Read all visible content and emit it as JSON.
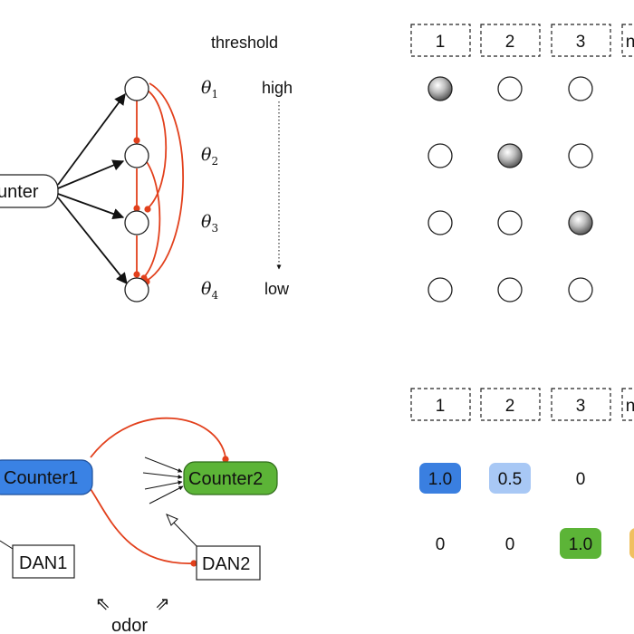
{
  "top_panel": {
    "counter_label": "unter",
    "threshold_title": "threshold",
    "theta_symbol": "θ",
    "thetas": [
      "1",
      "2",
      "3",
      "4"
    ],
    "high_label": "high",
    "low_label": "low",
    "column_headers": [
      "1",
      "2",
      "3",
      "n"
    ],
    "activation_grid": [
      [
        true,
        false,
        false
      ],
      [
        false,
        true,
        false
      ],
      [
        false,
        false,
        true
      ],
      [
        false,
        false,
        false
      ]
    ]
  },
  "bottom_panel": {
    "counter1_label": "Counter1",
    "counter2_label": "Counter2",
    "dan1_label": "DAN1",
    "dan2_label": "DAN2",
    "odor_label": "odor",
    "column_headers": [
      "1",
      "2",
      "3",
      "n"
    ],
    "value_rows": [
      [
        {
          "text": "1.0",
          "fill": "#3a7fe0"
        },
        {
          "text": "0.5",
          "fill": "#a8c8f5"
        },
        {
          "text": "0",
          "fill": ""
        },
        {
          "text": "",
          "fill": ""
        }
      ],
      [
        {
          "text": "0",
          "fill": ""
        },
        {
          "text": "0",
          "fill": ""
        },
        {
          "text": "1.0",
          "fill": "#5cb437"
        },
        {
          "text": "",
          "fill": "#f0c060"
        }
      ]
    ]
  },
  "colors": {
    "counter1": "#3a82e4",
    "counter2": "#5cb437",
    "inhibitory": "#e2401c",
    "active_node_dark": "#555555"
  }
}
